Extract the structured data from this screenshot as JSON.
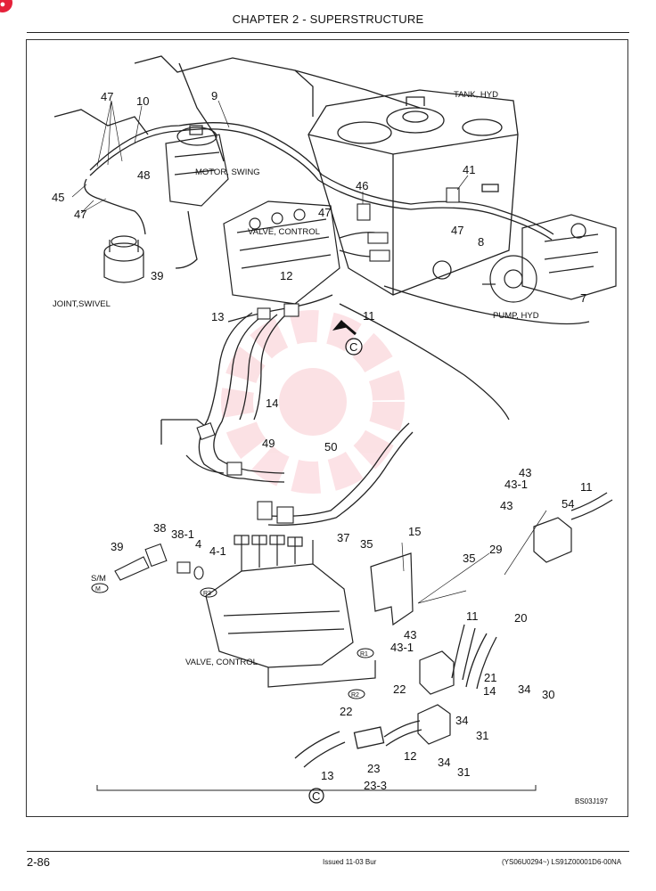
{
  "header": {
    "chapter_title": "CHAPTER 2 - SUPERSTRUCTURE"
  },
  "footer": {
    "page_number": "2-86",
    "issued": "Issued 11-03   Bur",
    "doc_ref": "(YS06U0294~)   LS91Z00001D6-00NA"
  },
  "figure": {
    "figure_id": "BS03J197",
    "component_labels": {
      "tank_hyd": "TANK, HYD",
      "motor_swing": "MOTOR, SWING",
      "valve_control_top": "VALVE, CONTROL",
      "joint_swivel": "JOINT,SWIVEL",
      "pump_hyd": "PUMP, HYD",
      "valve_control_bottom": "VALVE, CONTROL",
      "sm": "S/M"
    },
    "detail_marker": "C",
    "port_marks": {
      "m": "M",
      "r3": "R3",
      "r1": "R1",
      "r2": "R2"
    },
    "part_numbers": {
      "p47a": "47",
      "p10": "10",
      "p9": "9",
      "p48": "48",
      "p45": "45",
      "p47b": "47",
      "p41": "41",
      "p46": "46",
      "p47c": "47",
      "p47d": "47",
      "p8": "8",
      "p7": "7",
      "p39a": "39",
      "p12a": "12",
      "p11a": "11",
      "p13a": "13",
      "p14a": "14",
      "p49": "49",
      "p50": "50",
      "p43a": "43",
      "p43_1a": "43-1",
      "p43b": "43",
      "p11b": "11",
      "p54": "54",
      "p38": "38",
      "p38_1": "38-1",
      "p4": "4",
      "p4_1": "4-1",
      "p39b": "39",
      "p37": "37",
      "p35a": "35",
      "p15": "15",
      "p29": "29",
      "p35b": "35",
      "p11c": "11",
      "p20": "20",
      "p43c": "43",
      "p43_1b": "43-1",
      "p22a": "22",
      "p21": "21",
      "p14b": "14",
      "p34a": "34",
      "p30": "30",
      "p22b": "22",
      "p34b": "34",
      "p31a": "31",
      "p12b": "12",
      "p34c": "34",
      "p31b": "31",
      "p13b": "13",
      "p23": "23",
      "p23_3": "23-3"
    }
  }
}
